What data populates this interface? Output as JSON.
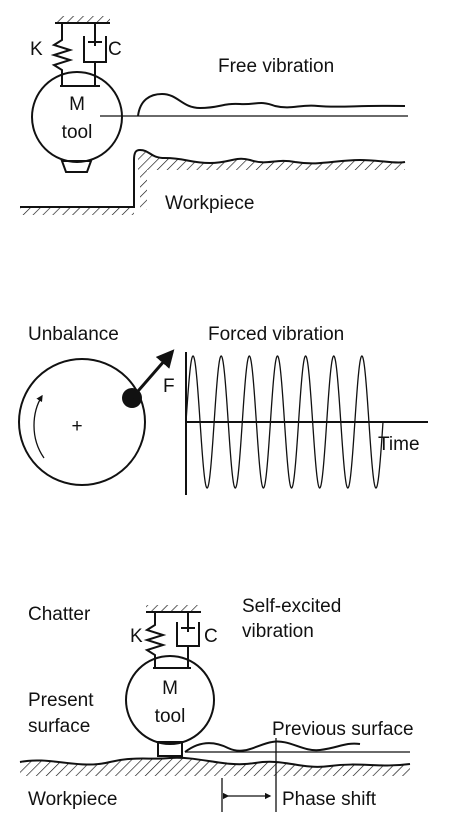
{
  "panels": {
    "free": {
      "spring_label": "K",
      "damper_label": "C",
      "mass_label": "M",
      "mass_sublabel": "tool",
      "title": "Free vibration",
      "workpiece_label": "Workpiece"
    },
    "forced": {
      "left_title": "Unbalance",
      "force_label": "F",
      "center_mark": "+",
      "title": "Forced vibration",
      "time_label": "Time",
      "wave_cycles": 7
    },
    "chatter": {
      "title": "Chatter",
      "subtitle_line1": "Self-excited",
      "subtitle_line2": "vibration",
      "spring_label": "K",
      "damper_label": "C",
      "mass_label": "M",
      "mass_sublabel": "tool",
      "present_line1": "Present",
      "present_line2": "surface",
      "previous_label": "Previous surface",
      "workpiece_label": "Workpiece",
      "phase_label": "Phase shift"
    }
  },
  "colors": {
    "ink": "#111111",
    "background": "#ffffff"
  }
}
